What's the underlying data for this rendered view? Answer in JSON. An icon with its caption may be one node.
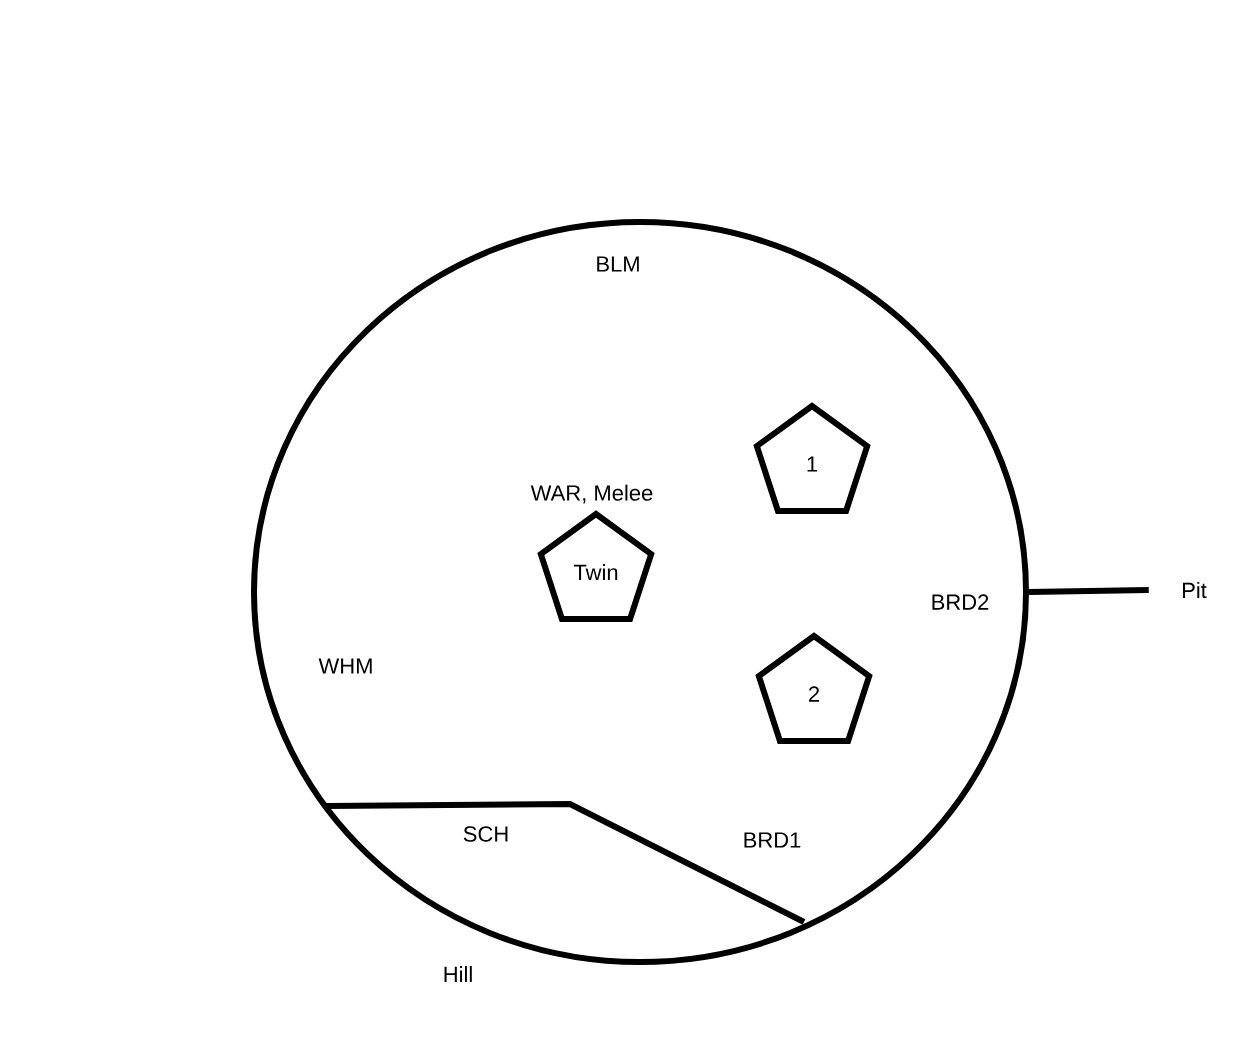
{
  "diagram": {
    "nodes": [
      {
        "text": [],
        "shape": "circle"
      },
      {
        "text": [
          "Twin"
        ],
        "in": 0
      },
      {
        "text": [
          "1"
        ],
        "in": 0
      },
      {
        "text": [
          "2"
        ],
        "in": 0
      },
      {
        "text": [
          "Pit"
        ]
      }
    ],
    "edges": [
      {
        "from": 0,
        "to": 4,
        "arrow": "none"
      }
    ],
    "labels": [
      "BLM",
      "WAR, Melee",
      "BRD2",
      "WHM",
      "SCH",
      "BRD1",
      "Hill"
    ]
  }
}
